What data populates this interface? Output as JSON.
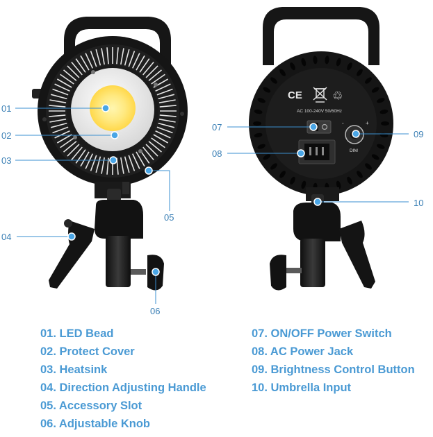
{
  "callouts": {
    "c01": "01",
    "c02": "02",
    "c03": "03",
    "c04": "04",
    "c05": "05",
    "c06": "06",
    "c07": "07",
    "c08": "08",
    "c09": "09",
    "c10": "10"
  },
  "panel_text": {
    "ce": "CE",
    "rating": "AC 100-240V 50/60Hz",
    "dim": "DIM",
    "minus": "-",
    "plus": "+"
  },
  "legend": {
    "left": [
      "01. LED Bead",
      "02. Protect Cover",
      "03. Heatsink",
      "04. Direction Adjusting Handle",
      "05. Accessory Slot",
      "06. Adjustable Knob"
    ],
    "right": [
      "07. ON/OFF Power Switch",
      "08. AC Power Jack",
      "09. Brightness Control Button",
      "10. Umbrella Input"
    ]
  },
  "colors": {
    "accent": "#4a9ad4",
    "callout_line": "#3a8fd0",
    "body": "#1b1b1b"
  },
  "icons": [
    "ce-mark",
    "weee-bin-icon",
    "recycle-icon"
  ]
}
